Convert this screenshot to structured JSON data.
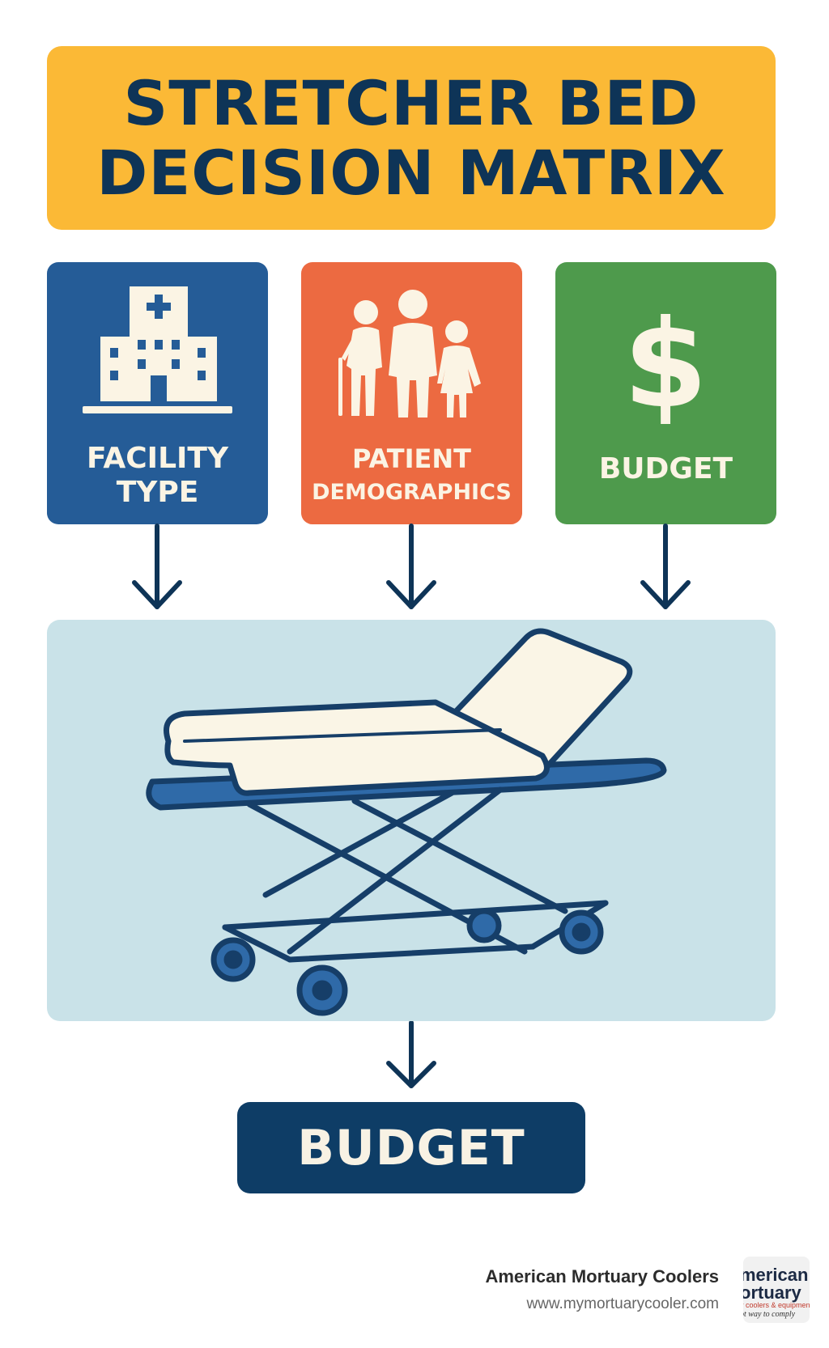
{
  "title": {
    "line1": "STRETCHER BED",
    "line2": "DECISION MATRIX"
  },
  "factors": [
    {
      "line1": "FACILITY",
      "line2": "TYPE",
      "icon": "hospital-building-icon",
      "color": "#255c97"
    },
    {
      "line1": "PATIENT",
      "line2": "DEMOGRAPHICS",
      "icon": "people-group-icon",
      "color": "#ec6a41"
    },
    {
      "line1": "BUDGET",
      "icon": "dollar-sign-icon",
      "color": "#4e9a4c"
    }
  ],
  "outcome": {
    "label": "BUDGET",
    "icon": "stretcher-bed-icon"
  },
  "footer": {
    "company": "American Mortuary Coolers",
    "url": "www.mymortuarycooler.com",
    "logo_text": {
      "line1": "merican",
      "line2": "ortuary",
      "line3": "y coolers & equipment",
      "line4": "ot way to comply"
    }
  },
  "colors": {
    "title_bg": "#fbb936",
    "navy": "#0e3457",
    "panel_bg": "#c9e2e8",
    "outcome_bg": "#0e3d66"
  }
}
